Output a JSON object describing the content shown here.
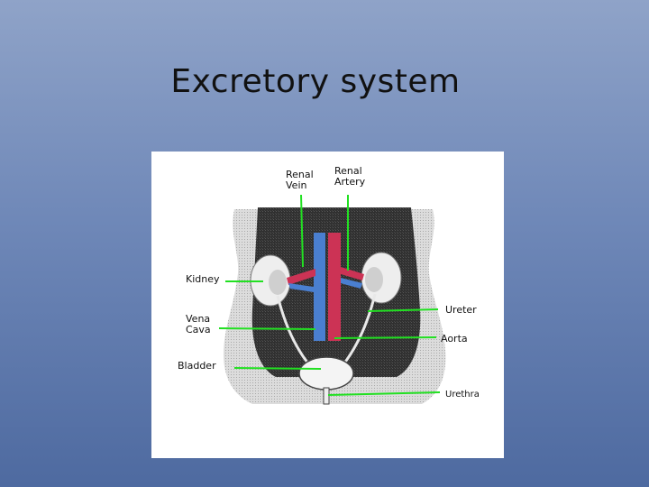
{
  "slide": {
    "title": "Excretory system"
  },
  "diagram": {
    "labels": {
      "renal_vein": "Renal\nVein",
      "renal_artery": "Renal\nArtery",
      "kidney": "Kidney",
      "vena_cava": "Vena\nCava",
      "bladder": "Bladder",
      "ureter": "Ureter",
      "aorta": "Aorta",
      "urethra": "Urethra"
    },
    "colors": {
      "leader_line": "#22e022",
      "vein": "#4a7fd0",
      "artery": "#cc3355",
      "body_dark": "#2b2b2b",
      "body_light": "#d7d7d7"
    }
  }
}
